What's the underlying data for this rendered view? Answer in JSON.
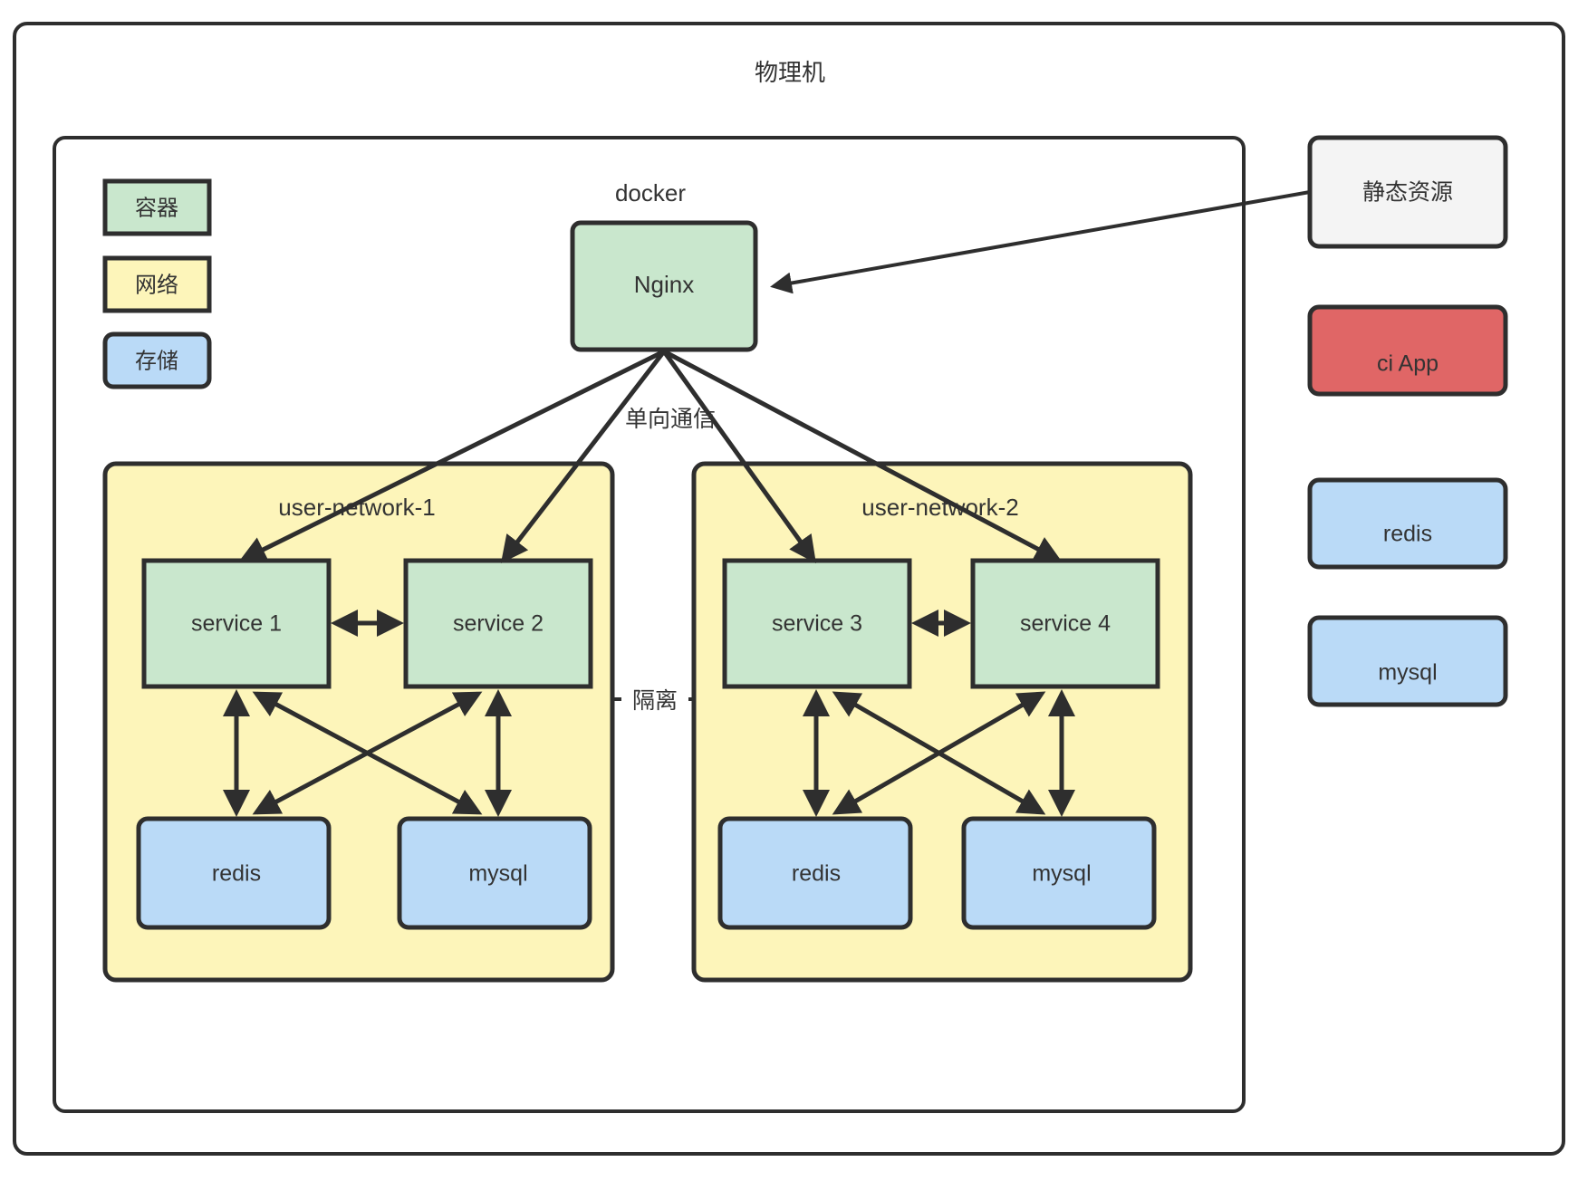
{
  "diagram": {
    "title": "物理机",
    "outer_container": {
      "label": "物理机"
    },
    "docker_container": {
      "label": "docker"
    },
    "legend": [
      {
        "label": "容器",
        "color": "#c9e7cd",
        "shape": "rect"
      },
      {
        "label": "网络",
        "color": "#fdf5ba",
        "shape": "rect"
      },
      {
        "label": "存储",
        "color": "#badaf7",
        "shape": "rounded"
      }
    ],
    "nginx": {
      "label": "Nginx",
      "color": "#c9e7cd"
    },
    "networks": [
      {
        "label": "user-network-1",
        "color": "#fdf5ba",
        "services": [
          {
            "label": "service 1",
            "color": "#c9e7cd"
          },
          {
            "label": "service 2",
            "color": "#c9e7cd"
          }
        ],
        "stores": [
          {
            "label": "redis",
            "color": "#badaf7"
          },
          {
            "label": "mysql",
            "color": "#badaf7"
          }
        ]
      },
      {
        "label": "user-network-2",
        "color": "#fdf5ba",
        "services": [
          {
            "label": "service 3",
            "color": "#c9e7cd"
          },
          {
            "label": "service 4",
            "color": "#c9e7cd"
          }
        ],
        "stores": [
          {
            "label": "redis",
            "color": "#badaf7"
          },
          {
            "label": "mysql",
            "color": "#badaf7"
          }
        ]
      }
    ],
    "sidebar": [
      {
        "label": "静态资源",
        "color": "#f4f4f4"
      },
      {
        "label": "ci App",
        "color": "#e06666"
      },
      {
        "label": "redis",
        "color": "#badaf7"
      },
      {
        "label": "mysql",
        "color": "#badaf7"
      }
    ],
    "edge_labels": {
      "one_way": "单向通信",
      "isolation": "隔离"
    },
    "colors": {
      "container_green": "#c9e7cd",
      "network_yellow": "#fdf5ba",
      "storage_blue": "#badaf7",
      "ci_red": "#e06666",
      "static_gray": "#f4f4f4",
      "stroke": "#2e2e2e",
      "text": "#333333",
      "background": "#ffffff"
    }
  }
}
